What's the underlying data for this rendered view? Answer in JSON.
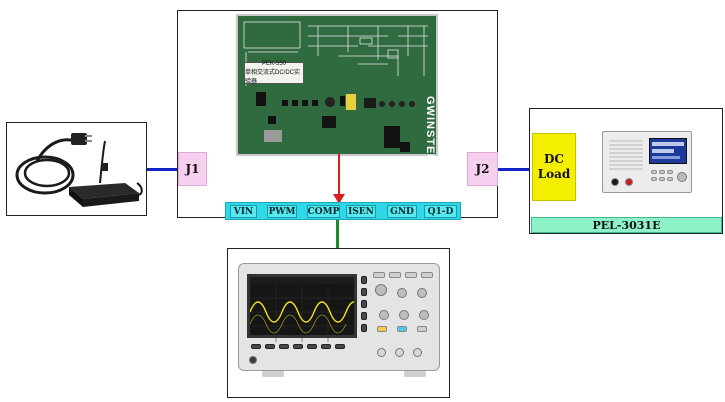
{
  "connectors": {
    "j1": "J1",
    "j2": "J2"
  },
  "signals": [
    "VIN",
    "PWM",
    "COMP",
    "ISEN",
    "GND",
    "Q1-D"
  ],
  "board": {
    "model": "PEK-550",
    "subtitle": "单相交流式DC/DC实验器",
    "brand": "GWINSTEK"
  },
  "dc_load": {
    "label": "DC\nLoad",
    "model": "PEL-3031E"
  },
  "colors": {
    "connector_line": "#1424c8",
    "probe_line": "#1a8a2a",
    "probe_arrow": "#d81e1e",
    "signal_fill": "#55e8ef",
    "j_fill": "#f7d0f0",
    "dc_load_fill": "#f4ee00",
    "pel_label_fill": "#8ef2c8"
  }
}
